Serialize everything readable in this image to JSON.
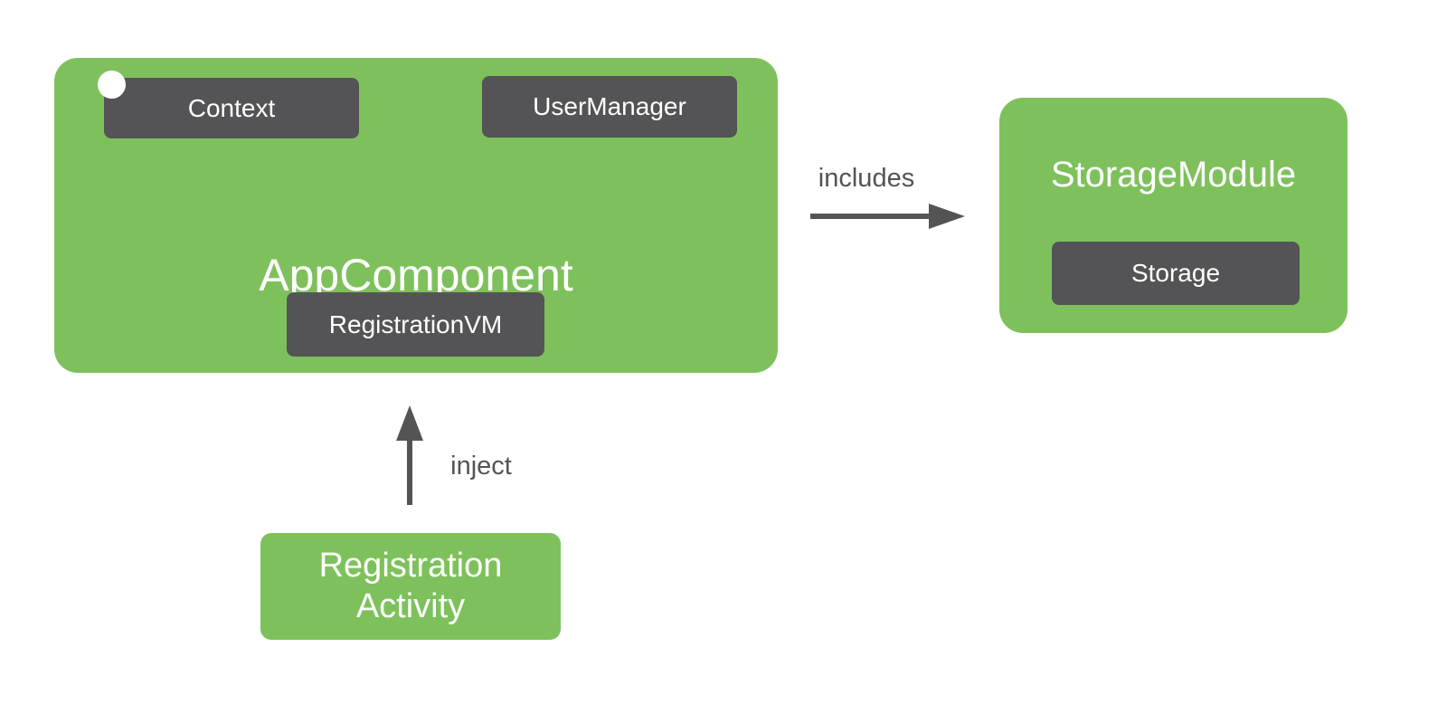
{
  "diagram": {
    "background": "#ffffff",
    "colors": {
      "node_green": "#7ec15c",
      "node_dark": "#545456",
      "text_light": "#ffffff",
      "edge_gray": "#545454"
    },
    "nodes": {
      "app_component": {
        "title": "AppComponent",
        "providers": [
          {
            "label": "Context"
          },
          {
            "label": "UserManager"
          },
          {
            "label": "RegistrationVM"
          }
        ]
      },
      "storage_module": {
        "title": "StorageModule",
        "providers": [
          {
            "label": "Storage"
          }
        ]
      },
      "registration_activity": {
        "title_line1": "Registration",
        "title_line2": "Activity"
      }
    },
    "edges": {
      "includes": {
        "label": "includes",
        "direction": "right",
        "from": "AppComponent",
        "to": "StorageModule"
      },
      "inject": {
        "label": "inject",
        "direction": "up",
        "from": "RegistrationActivity",
        "to": "AppComponent"
      }
    }
  }
}
